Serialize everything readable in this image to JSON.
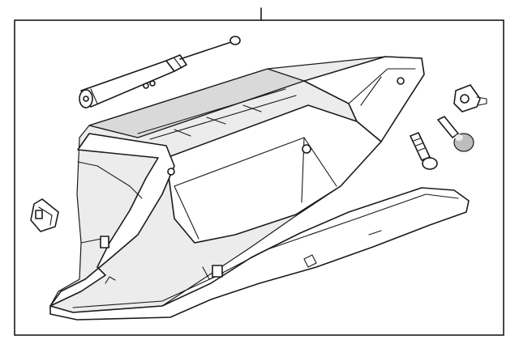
{
  "diagram": {
    "parts": [
      {
        "name": "glove-box-assembly"
      },
      {
        "name": "damper-strut"
      },
      {
        "name": "retainer-clip"
      },
      {
        "name": "striker-plate"
      },
      {
        "name": "screw"
      },
      {
        "name": "bumper-stop"
      }
    ]
  }
}
